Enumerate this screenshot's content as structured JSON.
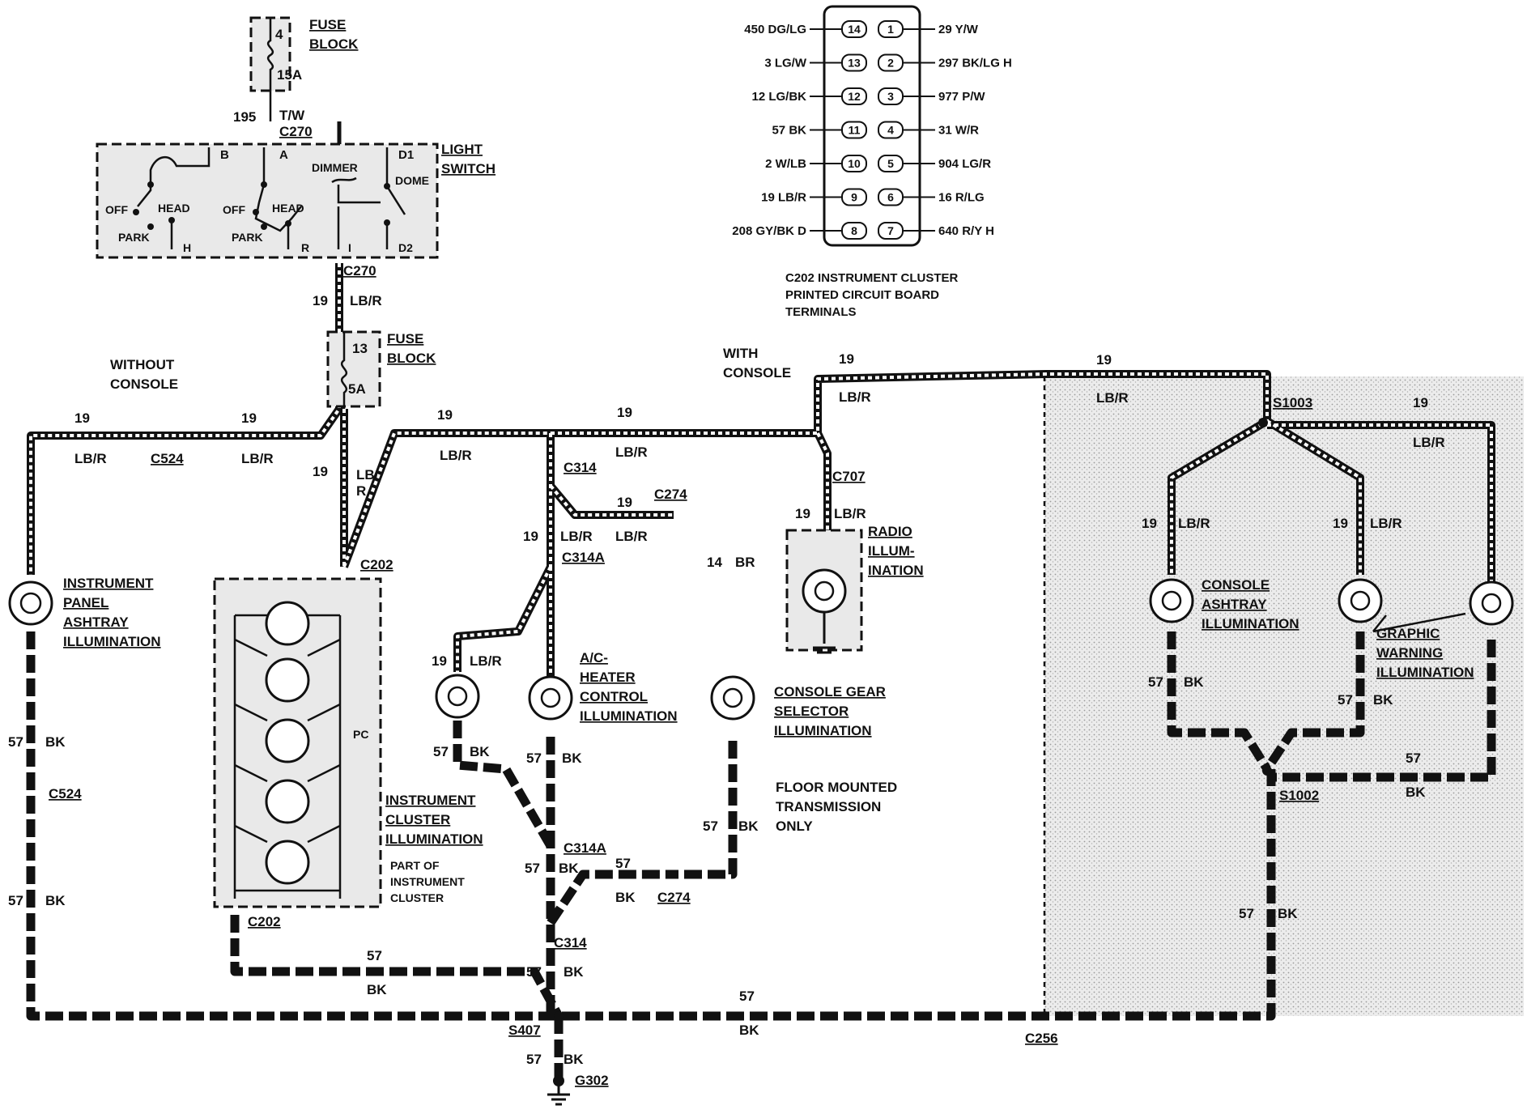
{
  "top_fuse": {
    "title_line1": "FUSE",
    "title_line2": "BLOCK",
    "pin": "4",
    "rating": "15A"
  },
  "feed": {
    "circuit": "195",
    "color": "T/W",
    "connector": "C270"
  },
  "light_switch": {
    "title_line1": "LIGHT",
    "title_line2": "SWITCH",
    "B": "B",
    "A": "A",
    "D1": "D1",
    "dimmer": "DIMMER",
    "dome": "DOME",
    "off1": "OFF",
    "head1": "HEAD",
    "park1": "PARK",
    "H": "H",
    "off2": "OFF",
    "head2": "HEAD",
    "park2": "PARK",
    "R": "R",
    "I": "I",
    "D2": "D2"
  },
  "c270_lower": "C270",
  "mid_fuse": {
    "title_line1": "FUSE",
    "title_line2": "BLOCK",
    "pin": "13",
    "rating": "5A"
  },
  "wire_labels": {
    "n19": "19",
    "lbr": "LB/R",
    "lb": "LB/",
    "r": "R",
    "n57": "57",
    "bk": "BK",
    "n14": "14",
    "br": "BR"
  },
  "without_console": {
    "line1": "WITHOUT",
    "line2": "CONSOLE"
  },
  "with_console": {
    "line1": "WITH",
    "line2": "CONSOLE"
  },
  "connectors": {
    "c524": "C524",
    "c202": "C202",
    "c314": "C314",
    "c314a": "C314A",
    "c274": "C274",
    "c707": "C707",
    "s1003": "S1003",
    "s1002": "S1002",
    "s407": "S407",
    "c256": "C256",
    "g302": "G302"
  },
  "components": {
    "ip_ashtray": [
      "INSTRUMENT",
      "PANEL",
      "ASHTRAY",
      "ILLUMINATION"
    ],
    "cluster": [
      "INSTRUMENT",
      "CLUSTER",
      "ILLUMINATION"
    ],
    "cluster_part": [
      "PART OF",
      "INSTRUMENT",
      "CLUSTER"
    ],
    "pc": "PC",
    "ac_heater": [
      "A/C-",
      "HEATER",
      "CONTROL",
      "ILLUMINATION"
    ],
    "gear_selector": [
      "CONSOLE GEAR",
      "SELECTOR",
      "ILLUMINATION"
    ],
    "floor_trans": [
      "FLOOR MOUNTED",
      "TRANSMISSION",
      "ONLY"
    ],
    "radio": [
      "RADIO",
      "ILLUM-",
      "INATION"
    ],
    "console_ashtray": [
      "CONSOLE",
      "ASHTRAY",
      "ILLUMINATION"
    ],
    "graphic_warning": [
      "GRAPHIC",
      "WARNING",
      "ILLUMINATION"
    ]
  },
  "c202_table": {
    "caption": [
      "C202 INSTRUMENT CLUSTER",
      "PRINTED CIRCUIT BOARD",
      "TERMINALS"
    ],
    "left": [
      {
        "pin": "14",
        "label": "450 DG/LG"
      },
      {
        "pin": "13",
        "label": "3 LG/W"
      },
      {
        "pin": "12",
        "label": "12 LG/BK"
      },
      {
        "pin": "11",
        "label": "57 BK"
      },
      {
        "pin": "10",
        "label": "2 W/LB"
      },
      {
        "pin": "9",
        "label": "19 LB/R"
      },
      {
        "pin": "8",
        "label": "208 GY/BK D"
      }
    ],
    "right": [
      {
        "pin": "1",
        "label": "29 Y/W"
      },
      {
        "pin": "2",
        "label": "297 BK/LG H"
      },
      {
        "pin": "3",
        "label": "977 P/W"
      },
      {
        "pin": "4",
        "label": "31 W/R"
      },
      {
        "pin": "5",
        "label": "904 LG/R"
      },
      {
        "pin": "6",
        "label": "16 R/LG"
      },
      {
        "pin": "7",
        "label": "640 R/Y H"
      }
    ]
  }
}
